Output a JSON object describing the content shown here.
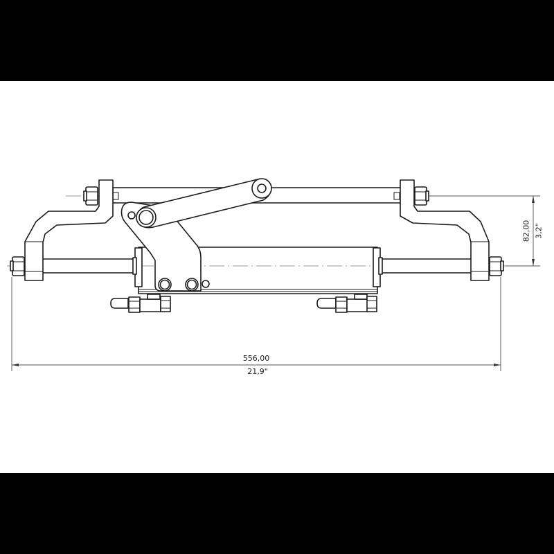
{
  "drawing": {
    "subject": "hydraulic steering cylinder with tiller arms",
    "view": "front elevation",
    "background": "#ffffff",
    "frame_color": "#000000",
    "line_color": "#1a1a1a"
  },
  "dimensions": {
    "overall_width": {
      "metric": "556,00",
      "imperial": "21,9\""
    },
    "height_offset": {
      "metric": "82,00",
      "imperial": "3,2\""
    }
  }
}
